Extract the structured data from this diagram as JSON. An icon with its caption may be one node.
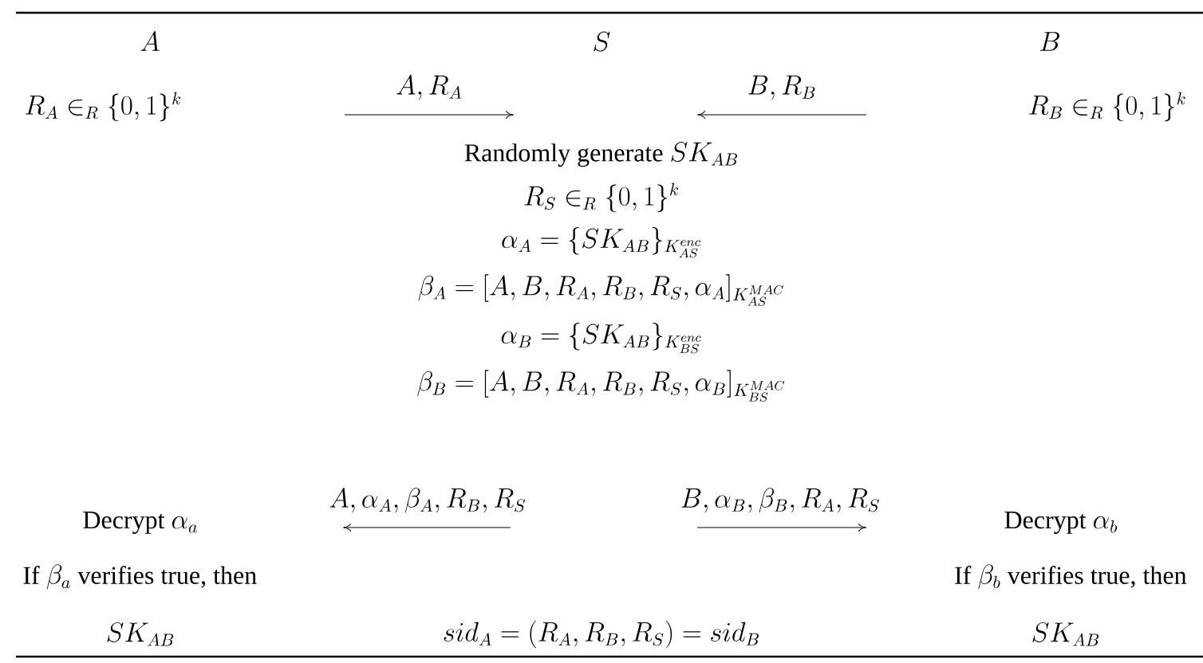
{
  "diagram": {
    "labels": [
      "A",
      "S",
      "B",
      "R_A \\in_R \\{0,1\\}^k",
      "A, R_A",
      "B, R_B",
      "R_B \\in_R \\{0,1\\}^k",
      "\\text{Randomly generate } SK_{AB}",
      "R_S \\in_R \\{0,1\\}^k",
      "\\alpha_A = \\{SK_{AB}\\}_{K_{AS}^{enc}}",
      "\\beta_A = [A, B, R_A, R_B, R_S, \\alpha_A]_{K_{AS}^{MAC}}",
      "\\alpha_B = \\{SK_{AB}\\}_{K_{BS}^{enc}}",
      "\\beta_B = [A, B, R_A, R_B, R_S, \\alpha_B]_{K_{BS}^{MAC}}",
      "A, \\alpha_A, \\beta_A, R_B, R_S",
      "B, \\alpha_B, \\beta_B, R_A, R_S",
      "\\text{Decrypt } \\alpha_a",
      "\\text{Decrypt } \\alpha_b",
      "\\text{If } \\beta_a \\text{ verifies true, then}",
      "\\text{If } \\beta_b \\text{ verifies true, then}",
      "SK_{AB}",
      "sid_A = (R_A, R_B, R_S) = sid_B",
      "SK_{AB}"
    ]
  }
}
